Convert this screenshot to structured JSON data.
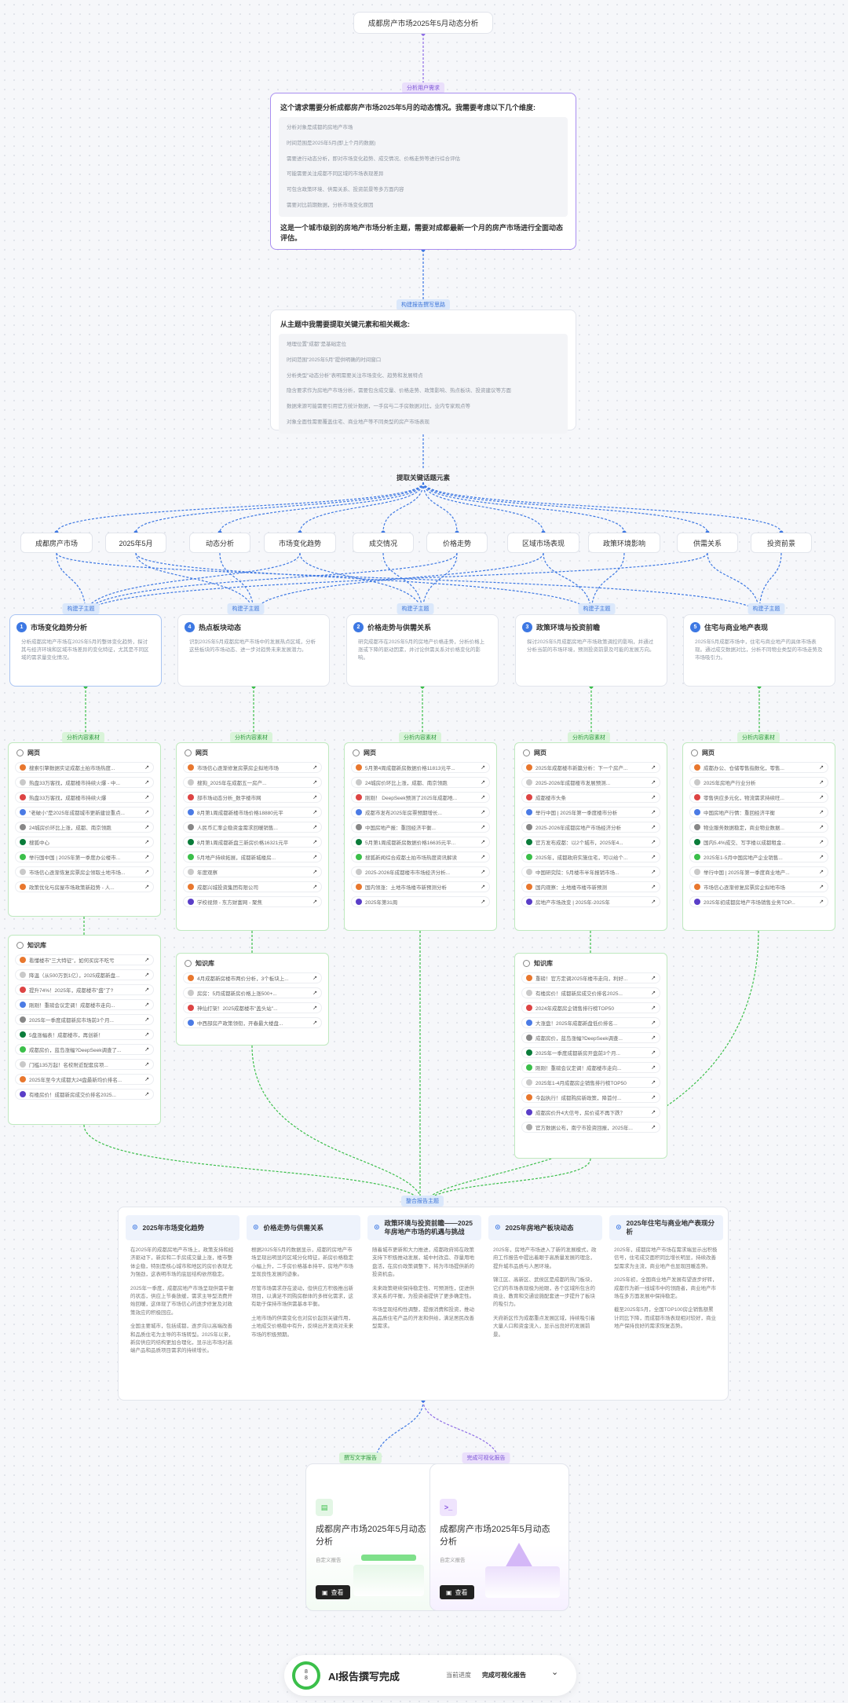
{
  "root": "成都房产市场2025年5月动态分析",
  "tags": {
    "analysis": "分析用户需求",
    "plan": "构建报告撰写思路",
    "topic": "构建子主题",
    "collect": "分析内容素材",
    "integrate": "整合报告主题",
    "write_text": "撰写文字报告",
    "write_viz": "完成可视化报告"
  },
  "analysis": {
    "intro": "这个请求需要分析成都房产市场2025年5月的动态情况。我需要考虑以下几个维度:",
    "items": [
      "分析对象是成都的房地产市场",
      "时间范围是2025年5月(即上个月的数据)",
      "需要进行动态分析，即对市场变化趋势、成交情况、价格走势等进行综合评估",
      "可能需要关注成都不同区域的市场表现差异",
      "可包含政策环境、供需关系、投资前景等多方面内容",
      "需要对比前期数据，分析市场变化原因"
    ],
    "conclusion": "这是一个城市级别的房地产市场分析主题，需要对成都最新一个月的房产市场进行全面动态评估。"
  },
  "plan": {
    "intro": "从主题中我需要提取关键元素和相关概念:",
    "items": [
      "地理位置\"成都\"是基础定位",
      "时间范围\"2025年5月\"提供明确的时间窗口",
      "分析类型\"动态分析\"表明需要关注市场变化、趋势和发展特点",
      "隐含要求作为房地产市场分析，需要包含成交量、价格走势、政策影响、热点板块、投资建议等方面",
      "数据来源可能需要引用官方统计数据，一手房与二手房数据对比，业内专家观点等",
      "对象全面性需要覆盖住宅、商业地产等不同类型的房产市场表现"
    ]
  },
  "extract_label": "提取关键话题元素",
  "keywords": [
    "成都房产市场",
    "2025年5月",
    "动态分析",
    "市场变化趋势",
    "成交情况",
    "价格走势",
    "区域市场表现",
    "政策环境影响",
    "供需关系",
    "投资前景"
  ],
  "topics": [
    {
      "n": "1",
      "title": "市场变化趋势分析",
      "desc": "分析成都房地产市场在2025年5月的整体变化趋势，探讨其与经济环境和区域市场差异的变化特征，尤其是不同区域的需求量变化情况。"
    },
    {
      "n": "4",
      "title": "热点板块动态",
      "desc": "识别2025年5月成都房地产市场中的发展热点区域，分析这些板块的市场动态、进一步对趋势未来发展潜力。"
    },
    {
      "n": "2",
      "title": "价格走势与供需关系",
      "desc": "研究成都市在2025年5月的房地产价格走势，分析价格上涨或下降的驱动因素，并讨论供需关系对价格变化的影响。"
    },
    {
      "n": "3",
      "title": "政策环境与投资前瞻",
      "desc": "探讨2025年5月成都房地产市场政策调控的影响，并通过分析当前的市场环境，预测投资前景及可能的发展方向。"
    },
    {
      "n": "5",
      "title": "住宅与商业地产表现",
      "desc": "2025年5月成都市场中，住宅与商业地产的具体市场表现。通过成交数据对比，分析不同物业类型的市场走势及市场吸引力。"
    }
  ],
  "web_label": "网页",
  "kb_label": "知识库",
  "web": [
    [
      "搜索引擎数据实证成都土拍市场热度...",
      "热盘33万客找，成都楼市持续火爆 - 中...",
      "热盘33万客找，成都楼市持续火爆",
      "\"老破小\"是2025年成都城市更新建设重点...",
      "24城房价环比上涨，成都、南京领跑",
      "搜狐中心",
      "举行国中国 | 2025年第一季度办公楼市...",
      "市场信心逐渐恢复房票房企领取土地市场...",
      "政策优化与房屋市场政策新趋势 - 人..."
    ],
    [
      "市场信心逐渐修复房票房企拟地市场",
      "搜狗_2025年在成都五一房产...",
      "部市场动态分析_数字楼市网",
      "8月第1周成都新楼市场价格18880元平",
      "人民币汇率企稳资金需求回暖销售...",
      "8月第1周成都新盘三新房价格16321元平",
      "5月地产持续拓展，成都新城楼房...",
      "年度观察",
      "成都兴城投资集团有限公司",
      "学校视频 - 东方财富网 - 聚焦"
    ],
    [
      "5月第4周成都新房数据价格11813元平...",
      "24城房价环比上涨，成都、南京领跑",
      "刚刚！ DeepSeek预测了2025年成都地...",
      "成都市发布2025年房票预期增长...",
      "中国房地产报：重回经济平衡...",
      "5月第1周成都新房数据价格16635元平...",
      "搜狐新闻综合成都土拍市场热度资讯解读",
      "2025-2026年成都楼市市场经济分析...",
      "国内领涨：土地市场楼市新预测分析",
      "2025年第31周"
    ],
    [
      "2025年成都楼市新篇分析：下一个房产...",
      "2025-2026年成都楼市发展预测...",
      "成都楼市头条",
      "举行中国 | 2025年第一季度楼市分析",
      "2025-2026年成都房地产市场经济分析",
      "官方发布成都：以2个城市，2025年4...",
      "2025年，成都政府实施住宅，可以给个...",
      "中国研究院：5月楼市半年报销市场...",
      "国内观察：土地楼市楼市新预测",
      "房地产市场改变 | 2025年-2025年"
    ],
    [
      "成都办公、仓储零售指数化，零售...",
      "2025年房地产行业分析",
      "零售供应多元化，物流需求持续旺...",
      "中国房地产行情：重回经济平衡",
      "物业服务数据稳定，商业物业数据...",
      "国内5.4%成交、写字楼以成都租金...",
      "2025年1-5月中国房地产企业销售...",
      "举行中国 | 2025年第一季度商业地产...",
      "市场信心逐渐修复房票房企拟地市场",
      "2025年初成都房地产市场销售业务TOP..."
    ]
  ],
  "kb": [
    [
      "看懂楼市\"三大特征\"，如何买房不吃亏",
      "降温（从500万到1亿），2025成都新盘...",
      "提升74%！2025年，成都楼市\"盛\"了?",
      "刚刚！重磅会议定调！成都楼市走向...",
      "2025年一季度成都新房市场前3个月...",
      "5盘涨幅表！成都楼市，再创新！",
      "成都房价，蓝岛涨幅?DeepSeek调查了...",
      "门槛135万起！名校附近配套房项...",
      "2025年至今大成都大24盘最新均价排名...",
      "有楼房价！成都新房成交价排名2025..."
    ],
    [
      "4月成都新房楼市两价分析，3个板块上...",
      "房房：5月成都新房价格上涨500+...",
      "神仙打架！2025成都楼市\"盖头站\"...",
      "中西部房产政策领衔，开春最大楼盘..."
    ],
    [
      "重磅！官方定调2025年楼市走向，利好...",
      "有楼房价！成都新房成交价排名2025...",
      "2024年成都房企销售排行榜TOP50",
      "大涨盘！2025年成都新盘低价排名...",
      "成都房价，蓝岛涨幅?DeepSeek调查...",
      "2025年一季度成都新房开盘前3个月...",
      "刚刚！重磅会议定调！成都楼市走向...",
      "2025年1-4月成都房企销售排行榜TOP50",
      "今起执行！成都购房新政策，降首付...",
      "成都房价升4大信号，房价或不再下跌？",
      "官方数据公布，南宁市投资回报，2025年..."
    ]
  ],
  "summary": [
    {
      "title": "2025年市场变化趋势",
      "paras": [
        "在2025年的成都房地产市场上，政策支持和经济驱动下，新房和二手房成交量上涨，楼市整体企稳，特别是核心城市和地区的房价表现尤为强劲，这表明市场的底层结构依然稳定。",
        "2025年一季度，成都房地产市场呈现供需平衡的状态，供应上节奏放缓，需求主导型消费开始回暖，这体现了市场信心的逐步修复及对政策效应的积极回应。",
        "全国主要城市，包括成都，逐步向以高端改善和品质住宅为主导的市场转型。2025年以来，新房供应的结构更加合理化，显示出市场对高端产品和品质项目需求的持续增长。"
      ]
    },
    {
      "title": "价格走势与供需关系",
      "paras": [
        "根据2025年5月的数据显示，成都的房地产市场呈现出明显的区域分化特征，新房价格稳定小幅上升，二手房价格基本持平，房地产市场呈现良性发展的迹象。",
        "尽管市场需求存在波动，但供应方积极推出新项目，以满足不同购房群体的多样化需求，这有助于保持市场供需基本平衡。",
        "土地市场的供需变化也对房价起到关键作用，土地成交价格稳中有升，反映出开发商对未来市场的积极预期。"
      ]
    },
    {
      "title": "政策环境与投资前瞻——2025年房地产市场的机遇与挑战",
      "paras": [
        "随着城市更新和大力推进，成都政府将在政策支持下积极推动发展，城中村改造、存量用地盘活，在房价政策调整下，将为市场提供新的投资机会。",
        "未来政策继续保持稳定性、可预测性，促进供求关系的平衡，为投资者提供了更多确定性。",
        "市场呈现结构性调整，提振消费和投资，推动高品质住宅产品的开发和供给，满足居民改善型需求。"
      ]
    },
    {
      "title": "2025年房地产板块动态",
      "paras": [
        "2025年，房地产市场进入了新的发展模式，政府工作报告中提出着眼于高质量发展的理念，提升城市品质与人居环境。",
        "锦江区、高新区、武侯区是成都的热门板块，它们的市场表现极为抢眼，各个区域所包含的商业、教育和交通设施配套进一步提升了板块的吸引力。",
        "天府新区作为成都重点发展区域，持续吸引着大量人口和资金流入，显示出良好的发展前景。"
      ]
    },
    {
      "title": "2025年住宅与商业地产表现分析",
      "paras": [
        "2025年，成都房地产市场在需求端显示出积极信号，住宅成交面积同比增长明显，持续改善型需求为主流，商业地产也显现回暖态势。",
        "2025年初，全国商业地产发展有望逐步好转，成都作为新一线城市中的领跑者，商业地产市场在多方面发展中保持稳定。",
        "截至2025年5月，全国TOP100房企销售额累计同比下降，而成都市场表现相对较好，商业地产保持良好的需求恢复态势。"
      ]
    }
  ],
  "reports": [
    {
      "title": "成都房产市场2025年5月动态分析",
      "subtitle": "自定义报告",
      "view": "查看"
    },
    {
      "title": "成都房产市场2025年5月动态分析",
      "subtitle": "自定义报告",
      "view": "查看"
    }
  ],
  "status": {
    "progress_top": "8",
    "progress_bottom": "8",
    "title": "AI报告撰写完成",
    "label": "当前进度",
    "value": "完成可视化报告"
  },
  "colors": {
    "accent": "#3d78e3",
    "purple": "#a98ef0",
    "green": "#3bbf4a"
  }
}
